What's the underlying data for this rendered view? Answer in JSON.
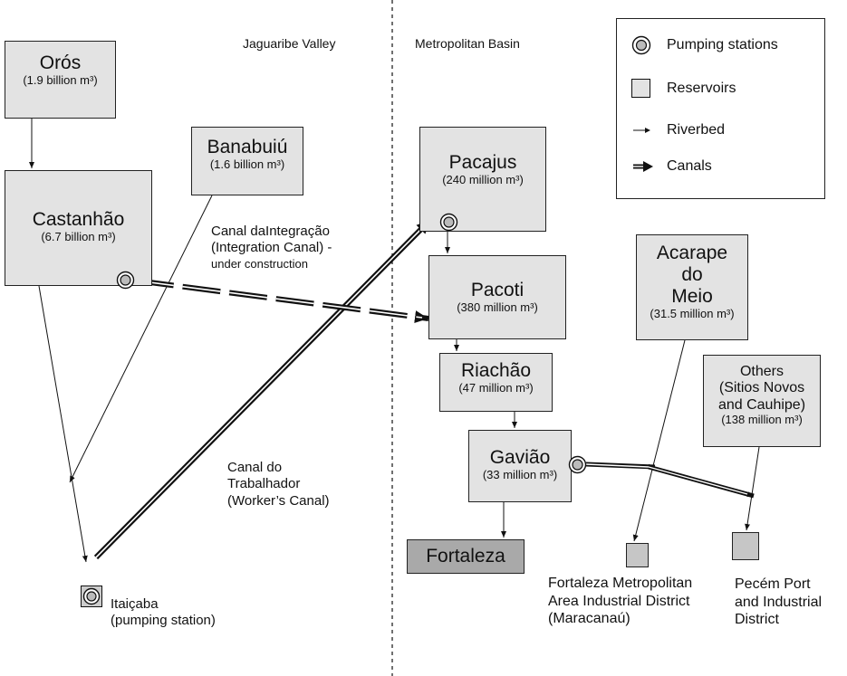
{
  "regions": {
    "left": "Jaguaribe Valley",
    "right": "Metropolitan Basin"
  },
  "legend": {
    "pumping": "Pumping stations",
    "reservoirs": "Reservoirs",
    "riverbed": "Riverbed",
    "canals": "Canals"
  },
  "reservoirs": {
    "oros": {
      "name": "Orós",
      "cap": "(1.9 billion m³)"
    },
    "castanhao": {
      "name": "Castanhão",
      "cap": "(6.7 billion m³)"
    },
    "banabuiu": {
      "name": "Banabuiú",
      "cap": "(1.6 billion m³)"
    },
    "pacajus": {
      "name": "Pacajus",
      "cap": "(240 million m³)"
    },
    "pacoti": {
      "name": "Pacoti",
      "cap": "(380 million m³)"
    },
    "riachao": {
      "name": "Riachão",
      "cap": "(47 million m³)"
    },
    "gaviao": {
      "name": "Gavião",
      "cap": "(33 million m³)"
    },
    "acarape": {
      "line1": "Acarape",
      "line2": "do",
      "line3": "Meio",
      "cap": "(31.5 million m³)"
    },
    "others": {
      "line1": "Others",
      "line2": "(Sitios Novos",
      "line3": "and Cauhipe)",
      "cap": "(138 million m³)"
    }
  },
  "fortaleza": "Fortaleza",
  "labels": {
    "integration": {
      "line1": "Canal daIntegração",
      "line2": "(Integration Canal) -",
      "line3": "under construction"
    },
    "worker": {
      "line1": "Canal do",
      "line2": "Trabalhador",
      "line3": "(Worker’s Canal)"
    },
    "itaicaba": {
      "line1": "Itaiçaba",
      "line2": "(pumping station)"
    },
    "maracanau": {
      "line1": "Fortaleza Metropolitan",
      "line2": "Area Industrial District",
      "line3": "(Maracanaú)"
    },
    "pecem": {
      "line1": "Pecém Port",
      "line2": "and Industrial",
      "line3": "District"
    }
  },
  "colors": {
    "reservoir": "#e3e3e3",
    "destination": "#a9a9a9",
    "line": "#111111"
  }
}
